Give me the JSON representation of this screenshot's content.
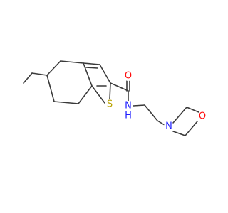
{
  "molecule": {
    "labels": {
      "sulfur": "S",
      "carbonyl_oxygen": "O",
      "amide_nitrogen": "N",
      "amide_hydrogen": "H",
      "morpholine_nitrogen": "N",
      "morpholine_oxygen": "O"
    },
    "colors": {
      "bond": "#3a3a3a",
      "sulfur": "#b8a200",
      "oxygen": "#ff0d0d",
      "nitrogen": "#1f1fff"
    }
  }
}
